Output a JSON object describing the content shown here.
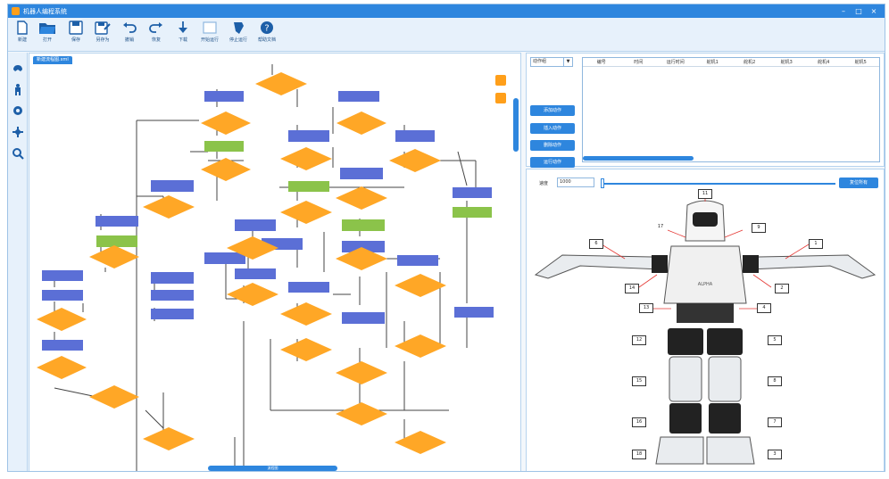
{
  "window": {
    "title": "机器人编程系统",
    "controls": [
      "–",
      "□",
      "×"
    ]
  },
  "toolbar": {
    "items": [
      {
        "label": "新建",
        "icon": "new-file-icon"
      },
      {
        "label": "打开",
        "icon": "open-folder-icon"
      },
      {
        "label": "保存",
        "icon": "save-icon"
      },
      {
        "label": "另存为",
        "icon": "save-as-icon"
      },
      {
        "label": "撤销",
        "icon": "undo-icon"
      },
      {
        "label": "恢复",
        "icon": "redo-icon"
      },
      {
        "label": "下载",
        "icon": "download-icon"
      },
      {
        "label": "开始运行",
        "icon": "run-icon"
      },
      {
        "label": "停止运行",
        "icon": "stop-icon"
      },
      {
        "label": "帮助文档",
        "icon": "help-icon"
      }
    ]
  },
  "sidebar": {
    "icons": [
      "gamepad-icon",
      "robot-icon",
      "gear-icon",
      "move-icon",
      "search-icon"
    ]
  },
  "canvas": {
    "tab_label": "新建流程图.xml",
    "hscroll_label": "流程图",
    "colors": {
      "action": "#5b6fd6",
      "condition": "#ffa726",
      "servo": "#8bc34a",
      "line": "#444444"
    }
  },
  "actions_panel": {
    "select_value": "动作组",
    "buttons": [
      "添加动作",
      "插入动作",
      "删除动作",
      "运行动作"
    ],
    "columns": [
      "编号",
      "时间",
      "运行时间",
      "舵机1",
      "舵机2",
      "舵机3",
      "舵机4",
      "舵机5"
    ]
  },
  "servo_panel": {
    "speed_label": "速度",
    "speed_value": "1000",
    "reset_label": "复位所有",
    "servo_ids": [
      "11",
      "17",
      "9",
      "6",
      "1",
      "14",
      "2",
      "13",
      "4",
      "12",
      "5",
      "15",
      "8",
      "16",
      "7",
      "18",
      "3"
    ]
  }
}
